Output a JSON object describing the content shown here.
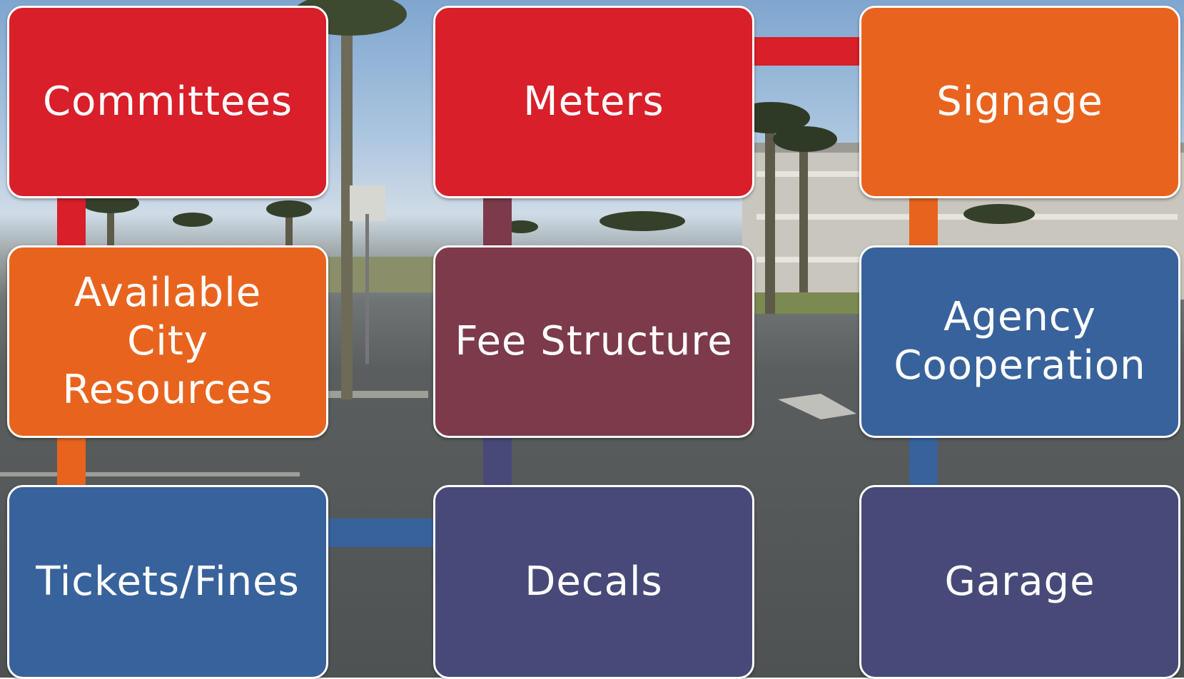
{
  "colors": {
    "red": "#d81f2a",
    "orange": "#e8641e",
    "maroon": "#7c3a4a",
    "blue": "#38629b",
    "indigo": "#474a78"
  },
  "nodes": [
    {
      "id": "committees",
      "label": "Committees",
      "color": "#d81f2a"
    },
    {
      "id": "meters",
      "label": "Meters",
      "color": "#d81f2a"
    },
    {
      "id": "signage",
      "label": "Signage",
      "color": "#e8641e"
    },
    {
      "id": "available-city-resources",
      "label": "Available\nCity\nResources",
      "color": "#e8641e"
    },
    {
      "id": "fee-structure",
      "label": "Fee Structure",
      "color": "#7c3a4a"
    },
    {
      "id": "agency-cooperation",
      "label": "Agency\nCooperation",
      "color": "#38629b"
    },
    {
      "id": "tickets-fines",
      "label": "Tickets/Fines",
      "color": "#38629b"
    },
    {
      "id": "decals",
      "label": "Decals",
      "color": "#474a78"
    },
    {
      "id": "garage",
      "label": "Garage",
      "color": "#474a78"
    }
  ]
}
